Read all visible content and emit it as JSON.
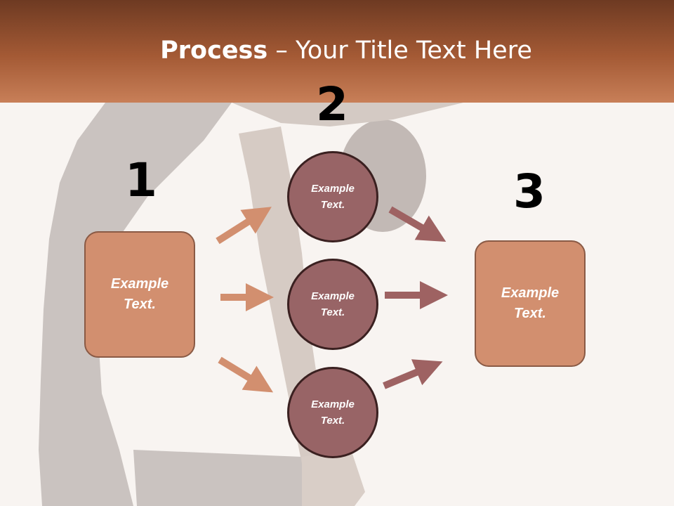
{
  "header": {
    "title_bold": "Process",
    "title_rest": " – Your Title Text Here"
  },
  "steps": {
    "step1_number": "1",
    "step2_number": "2",
    "step3_number": "3"
  },
  "nodes": {
    "left_box_text": "Example Text.",
    "top_circle_text": "Example Text.",
    "middle_circle_text": "Example Text.",
    "bottom_circle_text": "Example Text.",
    "right_box_text": "Example Text."
  },
  "colors": {
    "header_top": "#6e3a22",
    "header_bottom": "#c87f58",
    "box_fill": "#d28f6f",
    "circle_fill": "#986466",
    "arrow_left": "#d28f6f",
    "arrow_right": "#9e6262"
  }
}
